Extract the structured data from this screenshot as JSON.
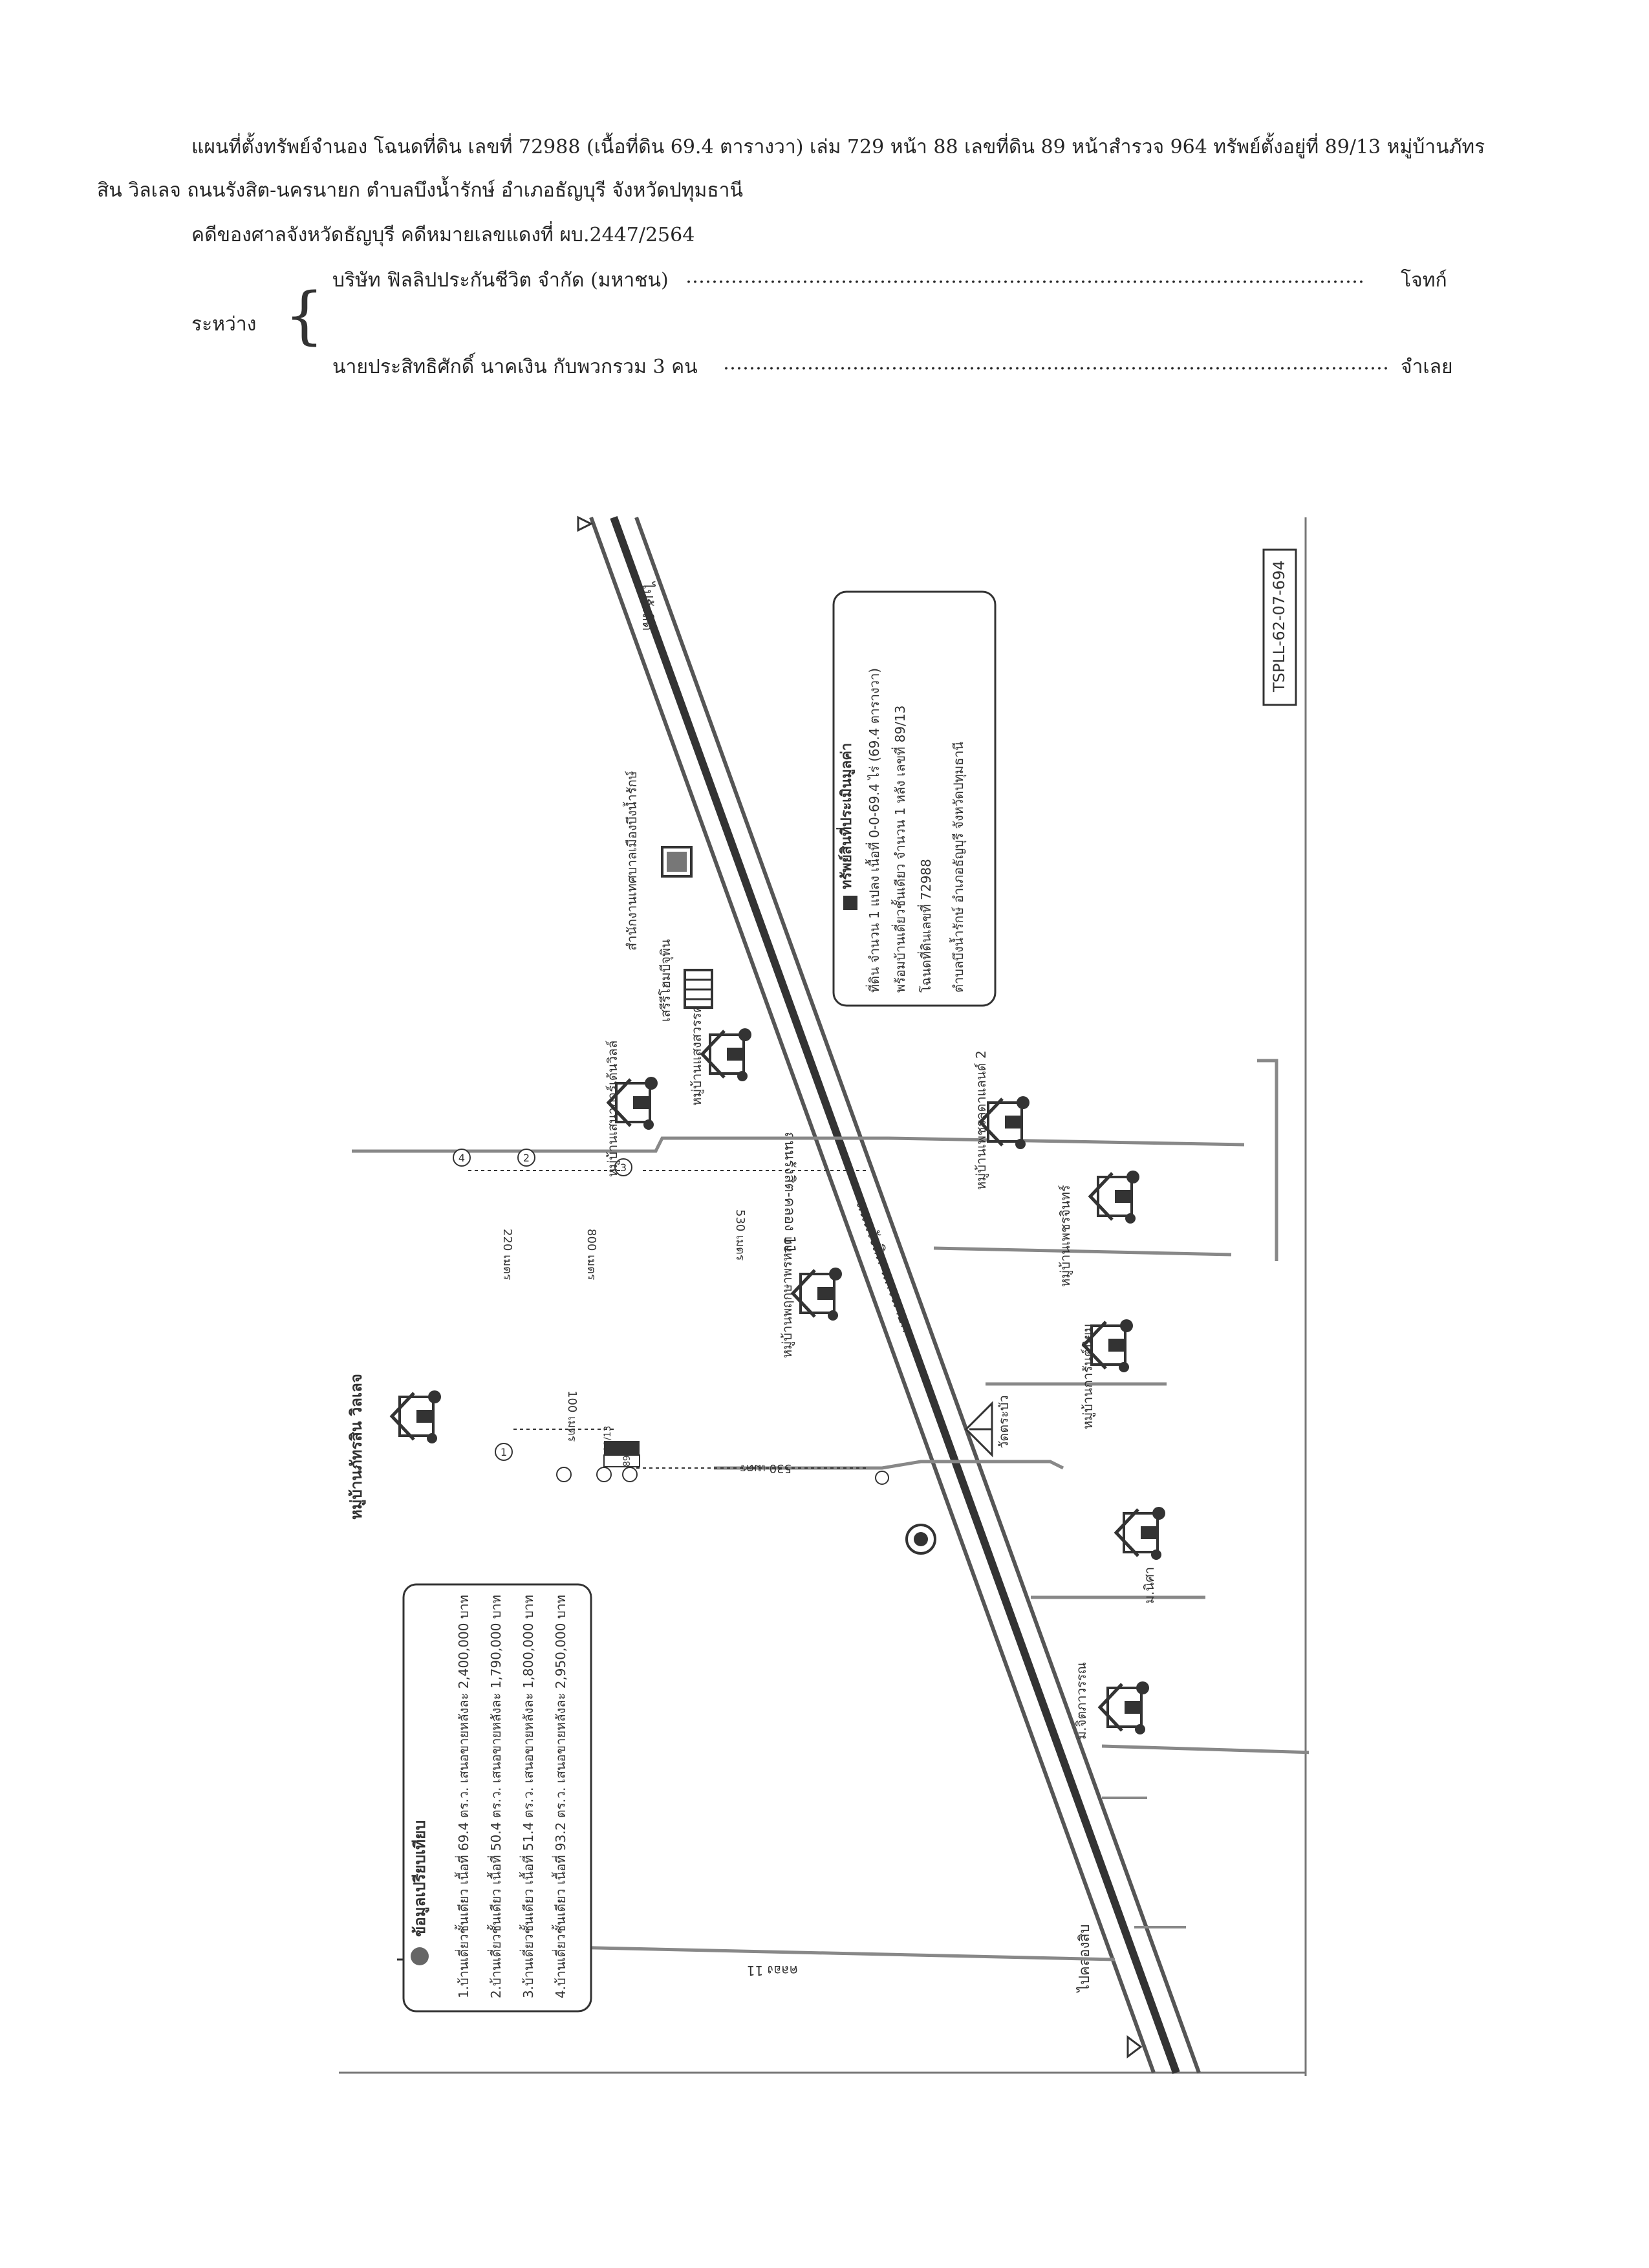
{
  "header": {
    "line1": "แผนที่ตั้งทรัพย์จำนอง โฉนดที่ดิน เลขที่ 72988 (เนื้อที่ดิน 69.4 ตารางวา) เล่ม 729 หน้า 88 เลขที่ดิน 89 หน้าสำรวจ 964 ทรัพย์ตั้งอยู่ที่ 89/13 หมู่บ้านภัทร",
    "line2": "สิน วิลเลจ ถนนรังสิต-นครนายก ตำบลบึงน้ำรักษ์ อำเภอธัญบุรี จังหวัดปทุมธานี",
    "case": "คดีของศาลจังหวัดธัญบุรี คดีหมายเลขแดงที่ ผบ.2447/2564",
    "between_label": "ระหว่าง",
    "plaintiff_name": "บริษัท ฟิลลิปประกันชีวิต จำกัด (มหาชน)",
    "plaintiff_role": "โจทก์",
    "defendant_name": "นายประสิทธิศักดิ์ นาคเงิน  กับพวกรวม 3 คน",
    "defendant_role": "จำเลย",
    "leader_dots": "……………………………………………………………………………………………"
  },
  "map": {
    "code": "TSPLL-62-07-694",
    "main_road_label": "ถนนรังสิต-นครนายก",
    "road_top_label": "ไปรังสิต",
    "road_bottom_label": "ไปคลองสิบ",
    "canal_label": "คลอง 11",
    "soi_label": "ถนนรังสิต-คลอง 11",
    "property_box": {
      "title": "ทรัพย์สินที่ประเมินมูลค่า",
      "lines": [
        "ที่ดิน จำนวน 1 แปลง เนื้อที่ 0-0-69.4 ไร่ (69.4 ตารางวา)",
        "พร้อมบ้านเดี่ยวชั้นเดียว จำนวน 1 หลัง เลขที่ 89/13",
        "โฉนดที่ดินเลขที่ 72988",
        "ตำบลบึงน้ำรักษ์ อำเภอธัญบุรี จังหวัดปทุมธานี"
      ]
    },
    "comparison_box": {
      "title": "ข้อมูลเปรียบเทียบ",
      "items": [
        "1.บ้านเดี่ยวชั้นเดียว เนื้อที่ 69.4 ตร.ว.  เสนอขายหลังละ 2,400,000 บาท",
        "2.บ้านเดี่ยวชั้นเดียว เนื้อที่ 50.4 ตร.ว.  เสนอขายหลังละ 1,790,000 บาท",
        "3.บ้านเดี่ยวชั้นเดียว เนื้อที่ 51.4 ตร.ว.  เสนอขายหลังละ 1,800,000 บาท",
        "4.บ้านเดี่ยวชั้นเดียว เนื้อที่ 93.2 ตร.ว.  เสนอขายหลังละ 2,950,000 บาท"
      ]
    },
    "landmarks": {
      "pattarasin": "หมู่บ้านภัทรสิน วิลเลจ",
      "sena": "หมู่บ้านเสนาการ์เด้นวิลล์",
      "saengsawan": "หมู่บ้านแสงสวรรค์",
      "seri": "เสรีรีโฮมบีจุพิน",
      "municipal": "สำนักงานเทศบาลเมืองบึงน้ำรักษ์",
      "preuksa": "หมู่บ้านพฤกษาพรหลด",
      "lansing2": "หมู่บ้านเพชรลดาแลนด์ 2",
      "petcharin": "หมู่บ้านเพชรจินทร์",
      "kanda": "หมู่บ้านการันต์นิยม",
      "wat": "วัดตระบัว",
      "m_nisa": "ม.นิศา",
      "m_chit": "ม.จิตภาวรรณ"
    },
    "distances": {
      "d220": "220 เมตร",
      "d800": "800 เมตร",
      "d530a": "530 เมตร",
      "d100": "100 เมตร",
      "d530b": "530 เมตร"
    },
    "house_numbers": {
      "a": "89/13",
      "b": "89/11"
    },
    "markers": [
      "1",
      "2",
      "3",
      "4"
    ]
  }
}
